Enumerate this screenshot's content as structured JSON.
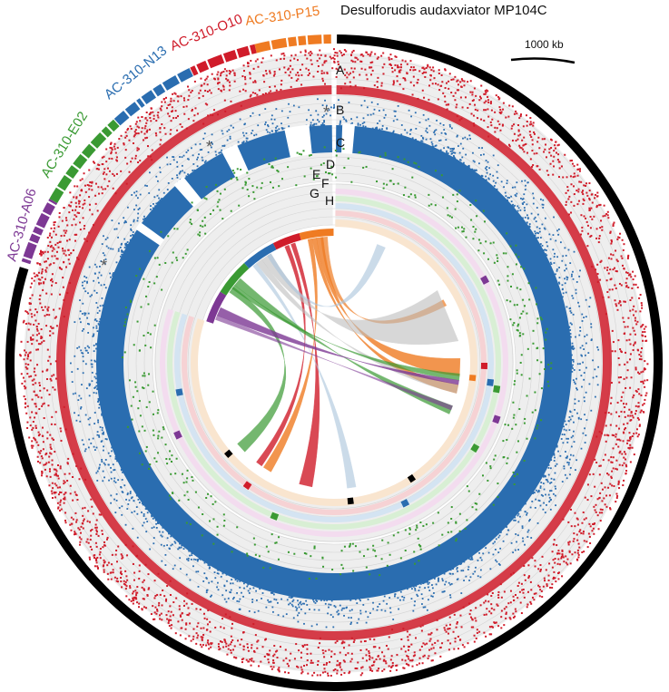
{
  "title": "Desulforudis audaxviator MP104C",
  "scale_label": "1000 kb",
  "colors": {
    "genome": "#000000",
    "red": "#d01c2a",
    "orange": "#ef7b22",
    "blue": "#2a6db0",
    "green": "#3a9a33",
    "purple": "#7d3894",
    "grey": "#bdbdbd"
  },
  "sags": [
    {
      "label": "AC-310-A06",
      "color": "#7d3894",
      "band": "purple"
    },
    {
      "label": "AC-310-E02",
      "color": "#3a9a33",
      "band": "green"
    },
    {
      "label": "AC-310-N13",
      "color": "#2a6db0",
      "band": "blue"
    },
    {
      "label": "AC-310-O10",
      "color": "#d01c2a",
      "band": "red"
    },
    {
      "label": "AC-310-P15",
      "color": "#ef7b22",
      "band": "orange"
    }
  ],
  "ring_letters": [
    "A",
    "B",
    "C",
    "D",
    "E",
    "F",
    "G",
    "H"
  ],
  "star_symbol": "*"
}
